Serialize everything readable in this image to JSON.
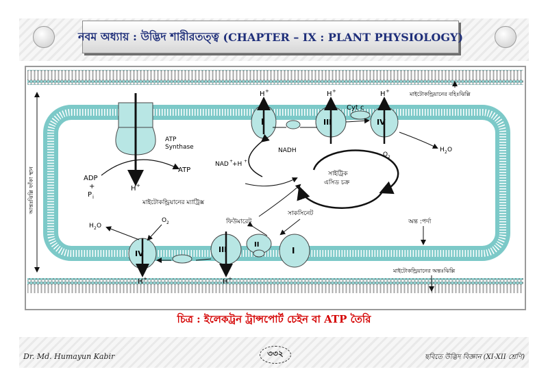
{
  "header": {
    "title_bn": "নবম অধ্যায় : উদ্ভিদ শারীরতত্ত্ব",
    "title_en": "(CHAPTER – IX : PLANT PHYSIOLOGY)"
  },
  "diagram": {
    "labels": {
      "outer_membrane": "মাইটোকন্ড্রিয়ানের বহিঃঝিল্লি",
      "inner_membrane": "মাইটোকন্ড্রিয়ানের অন্তঃঝিল্লি",
      "intermembrane": "অন্ত :পর্দা",
      "matrix": "মাইটোকন্ড্রিয়ানের ম্যাট্রিক্স",
      "side_label": "আন্তঃঝিল্লি ফাঁকা স্থান",
      "krebs_line1": "সাইট্রিক",
      "krebs_line2": "এসিড চক্র",
      "fumarate": "ফিউমারেট",
      "succinate": "সাকসিনেট",
      "atp_synthase_line1": "ATP",
      "atp_synthase_line2": "Synthase",
      "adp": "ADP",
      "plus": "+",
      "pi": "P",
      "pi_sub": "i",
      "atp": "ATP",
      "h_plus": "H",
      "h_sup": "+",
      "nadh": "NADH",
      "nad": "NAD",
      "nad_rest": "+H",
      "cyt_c": "Cyt c",
      "o2": "O",
      "o2_sub": "2",
      "h2o": "H",
      "h2o_mid": "2",
      "h2o_end": "O",
      "complex_i": "I",
      "complex_ii": "II",
      "complex_iii": "III",
      "complex_iv": "IV"
    }
  },
  "caption": "চিত্র : ইলেকট্রন ট্রান্সপোর্ট চেইন বা ATP তৈরি",
  "footer": {
    "author": "Dr. Md. Humayun Kabir",
    "page": "৩৩২",
    "book": "ছবিতে উদ্ভিদ বিজ্ঞান (XI-XII শ্রেণি)"
  },
  "colors": {
    "membrane_fill": "#8fd1d0",
    "protein_fill": "#b8e6e4",
    "caption": "#d40000",
    "title": "#1f2f7a"
  }
}
